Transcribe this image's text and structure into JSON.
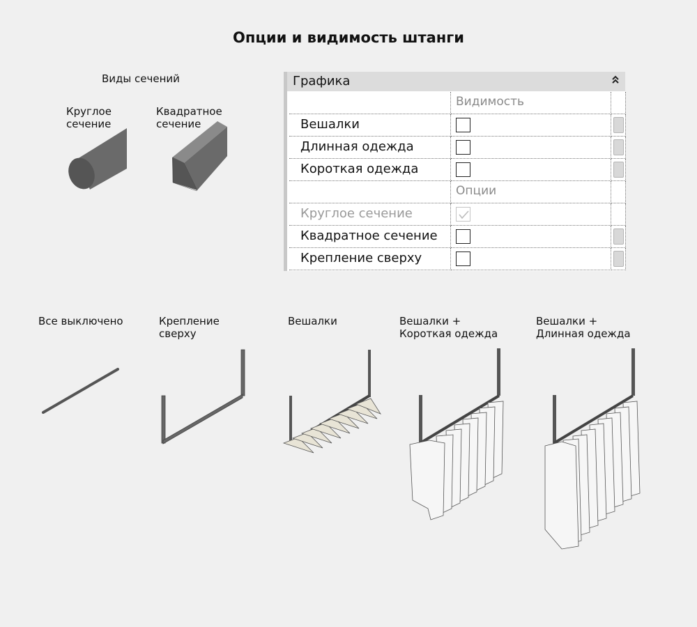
{
  "title": "Опции и видимость штанги",
  "sections": {
    "heading": "Виды сечений",
    "round_label": "Круглое\nсечение",
    "square_label": "Квадратное\nсечение"
  },
  "properties": {
    "header": "Графика",
    "collapse_icon": "double-chevron-up-icon",
    "groups": [
      {
        "label": "Видимость",
        "rows": [
          {
            "label": "Вешалки",
            "checked": false,
            "enabled": true
          },
          {
            "label": "Длинная одежда",
            "checked": false,
            "enabled": true
          },
          {
            "label": "Короткая одежда",
            "checked": false,
            "enabled": true
          }
        ]
      },
      {
        "label": "Опции",
        "rows": [
          {
            "label": "Круглое сечение",
            "checked": true,
            "enabled": false
          },
          {
            "label": "Квадратное сечение",
            "checked": false,
            "enabled": true
          },
          {
            "label": "Крепление сверху",
            "checked": false,
            "enabled": true
          }
        ]
      }
    ]
  },
  "variants": [
    {
      "label": "Все выключено"
    },
    {
      "label": "Крепление\nсверху"
    },
    {
      "label": "Вешалки"
    },
    {
      "label": "Вешалки +\nКороткая одежда"
    },
    {
      "label": "Вешалки +\nДлинная одежда"
    }
  ],
  "colors": {
    "rod": "#666666",
    "rod_dark": "#4a4a4a",
    "panel_header": "#dcdcdc",
    "background": "#f0f0f0"
  }
}
